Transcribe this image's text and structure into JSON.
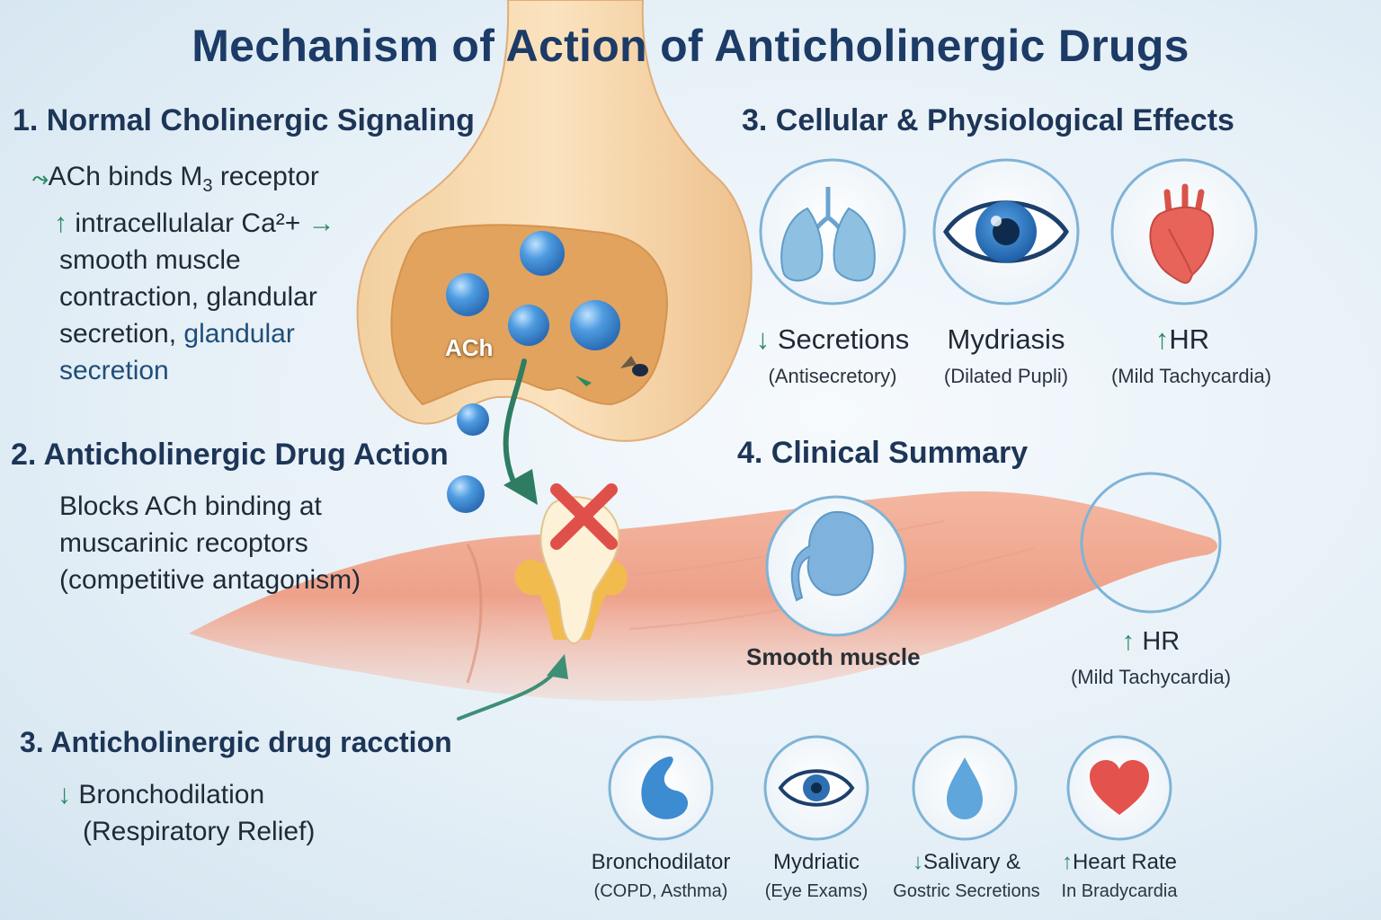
{
  "title": "Mechanism of Action of Anticholinergic Drugs",
  "section1": {
    "heading": "1. Normal Cholinergic Signaling",
    "line1": "ACh binds M",
    "line1_sub": "3",
    "line1_end": " receptor",
    "line2": "intracellulalar Ca²+",
    "line3": "smooth muscle",
    "line4": "contraction, glandular",
    "line5a": "secretion, ",
    "line5b": "glandular",
    "line6": "secretion"
  },
  "section2": {
    "heading": "2. Anticholinergic Drug Action",
    "lines": [
      "Blocks ACh binding at",
      "muscarinic recoptors",
      "(competitive antagonism)"
    ]
  },
  "section3b": {
    "heading": "3. Anticholinergic drug racction",
    "line1": "Bronchodilation",
    "line2": "(Respiratory Relief)"
  },
  "diagram": {
    "ach_label": "ACh",
    "smooth_muscle_label": "Smooth muscle"
  },
  "section3": {
    "heading": "3. Cellular & Physiological Effects",
    "effects": [
      {
        "icon": "lungs-icon",
        "main": "Secretions",
        "arrow": "down",
        "sub": "(Antisecretory)"
      },
      {
        "icon": "eye-icon",
        "main": "Mydriasis",
        "arrow": "",
        "sub": "(Dilated Pupli)"
      },
      {
        "icon": "heart-icon",
        "main": "HR",
        "arrow": "up",
        "sub": "(Mild Tachycardia)"
      }
    ]
  },
  "section4": {
    "heading": "4. Clinical Summary",
    "hr_main": "HR",
    "hr_sub": "(Mild Tachycardia)",
    "items": [
      {
        "icon": "bronchus-icon",
        "label": "Bronchodilator",
        "sub": "(COPD, Asthma)"
      },
      {
        "icon": "eye-icon",
        "label": "Mydriatic",
        "sub": "(Eye Exams)"
      },
      {
        "icon": "droplet-icon",
        "label": "Salivary &",
        "sub": "Gostric Secretions"
      },
      {
        "icon": "heart-icon",
        "label": "Heart Rate",
        "sub": "In Bradycardia"
      }
    ]
  },
  "colors": {
    "title": "#1c3b66",
    "accent_green": "#2a8a62",
    "blocker_red": "#e0504a",
    "vesicle_blue": "#3f8fd6"
  }
}
